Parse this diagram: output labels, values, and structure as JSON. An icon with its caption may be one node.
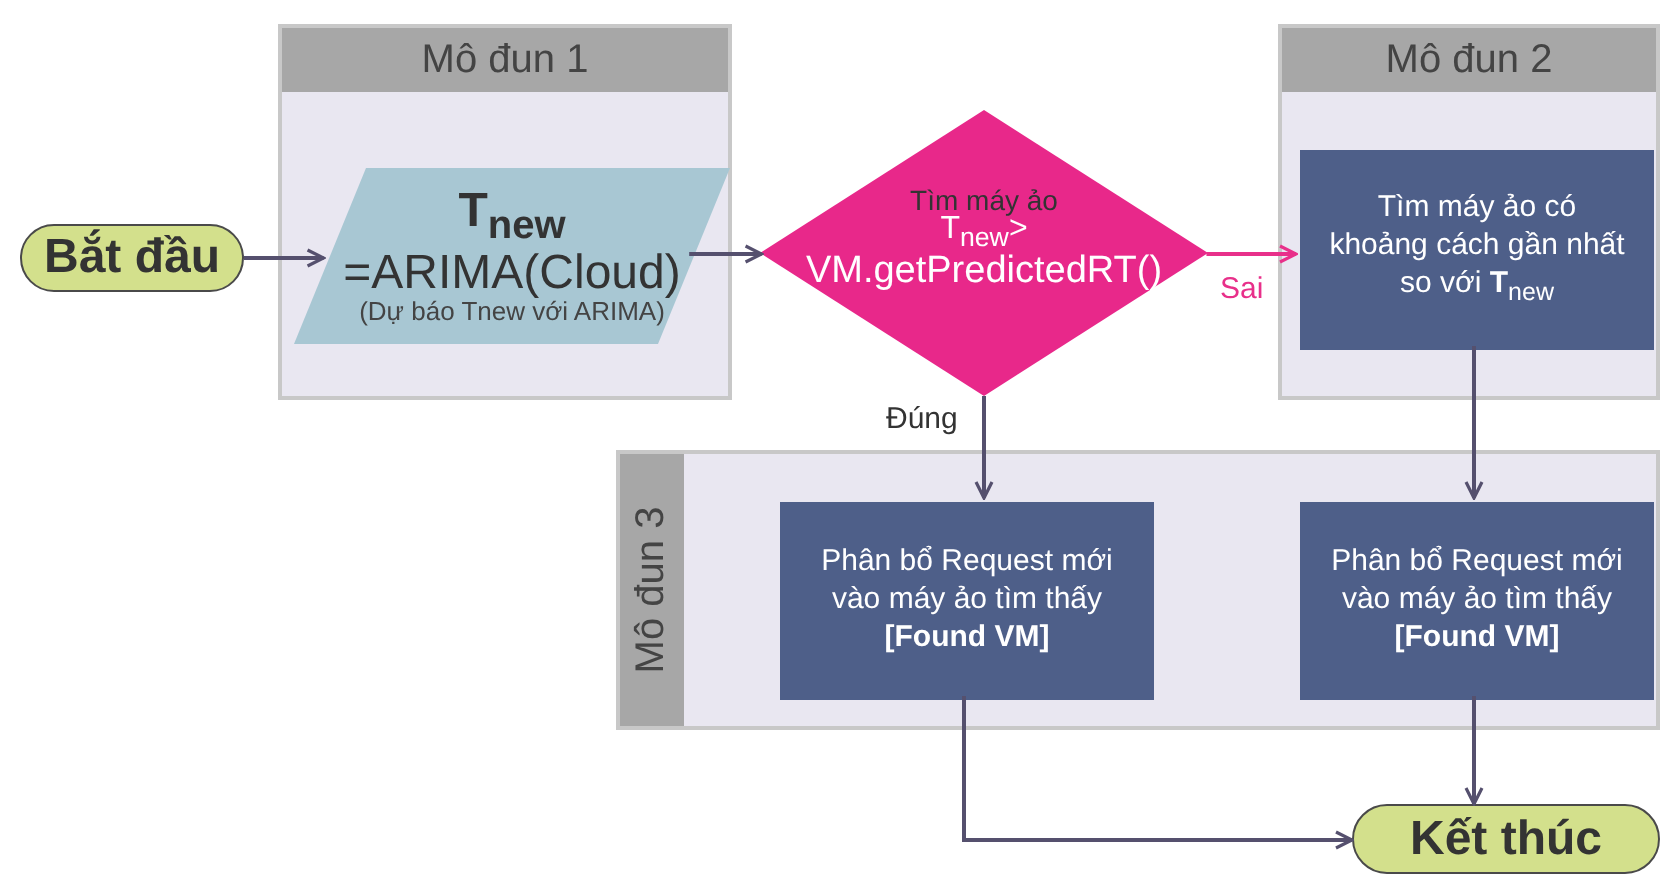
{
  "diagram": {
    "nodes": [
      {
        "text": [
          "Bắt đầu"
        ]
      },
      {
        "text": [
          "Mô đun 1"
        ]
      },
      {
        "text": [
          "T$_{new}$",
          "=ARIMA(Cloud)",
          "(Dự báo Tnew với ARIMA)"
        ],
        "in": 1
      },
      {
        "text": [
          "Tìm máy ảo",
          "T$_{new}$>",
          "VM.getPredictedRT()"
        ]
      },
      {
        "text": [
          "Mô đun 2"
        ]
      },
      {
        "text": [
          "Tìm máy ảo có khoảng cách gần nhất so với **T**$_{new}$"
        ],
        "in": 4
      },
      {
        "text": [
          "Mô đun 3"
        ]
      },
      {
        "text": [
          "Phân bổ Request mới vào máy ảo tìm thấy **[Found VM]**"
        ],
        "in": 6
      },
      {
        "text": [
          "Phân bổ Request mới vào máy ảo tìm thấy **[Found VM]**"
        ],
        "in": 6
      },
      {
        "text": [
          "Kết thúc"
        ]
      }
    ],
    "edges": [
      {
        "from": 0,
        "to": 2,
        "arrow": "to"
      },
      {
        "from": 2,
        "to": 3,
        "arrow": "to"
      },
      {
        "from": 3,
        "to": 5,
        "arrow": "to",
        "label": "Sai",
        "color": "#e8308a"
      },
      {
        "from": 3,
        "to": 7,
        "arrow": "to",
        "label": "Đúng"
      },
      {
        "from": 5,
        "to": 8,
        "arrow": "to"
      },
      {
        "from": 7,
        "to": 9,
        "arrow": "to"
      },
      {
        "from": 8,
        "to": 9,
        "arrow": "to"
      }
    ]
  }
}
